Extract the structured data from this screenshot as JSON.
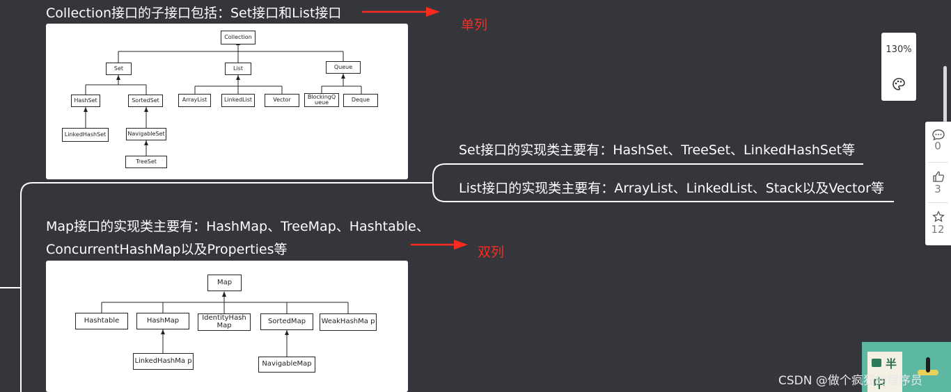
{
  "mindmap": {
    "collection_heading": "Collection接口的子接口包括：Set接口和List接口",
    "single_label": "单列",
    "set_impl": "Set接口的实现类主要有：HashSet、TreeSet、LinkedHashSet等",
    "list_impl": "List接口的实现类主要有：ArrayList、LinkedList、Stack以及Vector等",
    "map_heading_line1": "Map接口的实现类主要有：HashMap、TreeMap、Hashtable、",
    "map_heading_line2": "ConcurrentHashMap以及Properties等",
    "double_label": "双列"
  },
  "collection_diagram": {
    "root": "Collection",
    "set": "Set",
    "list": "List",
    "queue": "Queue",
    "hashset": "HashSet",
    "sortedset": "SortedSet",
    "arraylist": "ArrayList",
    "linkedlist": "LinkedList",
    "vector": "Vector",
    "blockingqueue": "BlockingQ ueue",
    "deque": "Deque",
    "linkedhashset": "LinkedHashSet",
    "navigableset": "NavigableSet",
    "treeset": "TreeSet"
  },
  "map_diagram": {
    "root": "Map",
    "hashtable": "Hashtable",
    "hashmap": "HashMap",
    "identityhashmap": "IdentityHash Map",
    "sortedmap": "SortedMap",
    "weakhashmap": "WeakHashMa p",
    "linkedhashmap": "LinkedHashMa p",
    "navigablemap": "NavigableMap"
  },
  "zoom_panel": {
    "zoom": "130%",
    "palette_icon": "palette-icon"
  },
  "stats": {
    "comments": "0",
    "likes": "3",
    "favorites": "12"
  },
  "watermark": "CSDN @做个疯狂的程序员",
  "corner_image": {
    "glyph1": "半",
    "glyph2": "中"
  },
  "colors": {
    "background": "#35363b",
    "arrow": "#ff2a1f",
    "branch": "#ffffff"
  }
}
